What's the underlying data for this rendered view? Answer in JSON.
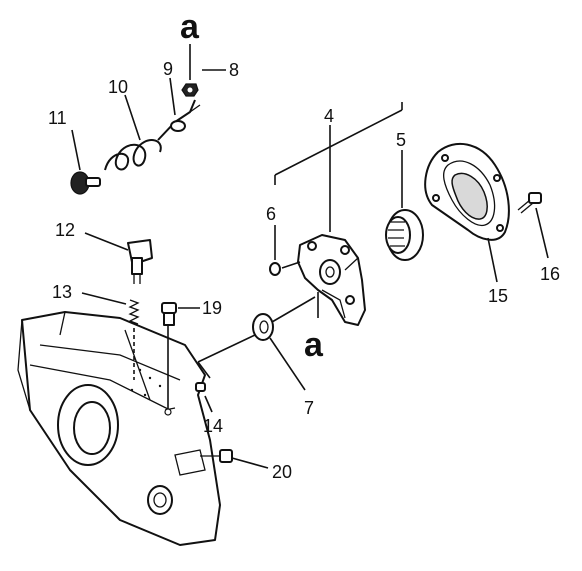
{
  "diagram": {
    "callouts": {
      "c4": "4",
      "c5": "5",
      "c6": "6",
      "c7": "7",
      "c8": "8",
      "c9": "9",
      "c10": "10",
      "c11": "11",
      "c12": "12",
      "c13": "13",
      "c14": "14",
      "c15": "15",
      "c16": "16",
      "c19": "19",
      "c20": "20"
    },
    "reference_marks": {
      "top": "a",
      "bottom": "a"
    }
  }
}
